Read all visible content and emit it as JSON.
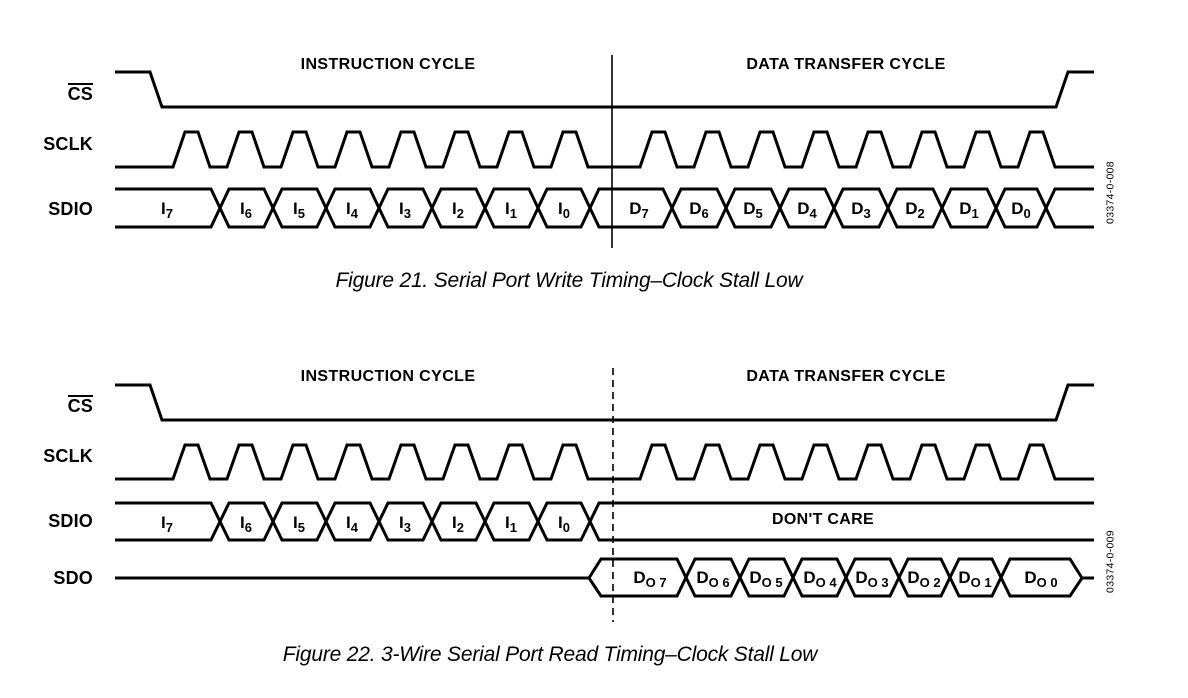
{
  "fig21": {
    "header_left": "INSTRUCTION CYCLE",
    "header_right": "DATA TRANSFER CYCLE",
    "labels": {
      "cs": "CS",
      "sclk": "SCLK",
      "sdio": "SDIO"
    },
    "bits": [
      {
        "b": "I",
        "s": "7"
      },
      {
        "b": "I",
        "s": "6"
      },
      {
        "b": "I",
        "s": "5"
      },
      {
        "b": "I",
        "s": "4"
      },
      {
        "b": "I",
        "s": "3"
      },
      {
        "b": "I",
        "s": "2"
      },
      {
        "b": "I",
        "s": "1"
      },
      {
        "b": "I",
        "s": "0"
      },
      {
        "b": "D",
        "s": "7"
      },
      {
        "b": "D",
        "s": "6"
      },
      {
        "b": "D",
        "s": "5"
      },
      {
        "b": "D",
        "s": "4"
      },
      {
        "b": "D",
        "s": "3"
      },
      {
        "b": "D",
        "s": "2"
      },
      {
        "b": "D",
        "s": "1"
      },
      {
        "b": "D",
        "s": "0"
      }
    ],
    "caption": "Figure 21. Serial Port Write Timing–Clock Stall Low",
    "code": "03374-0-008"
  },
  "fig22": {
    "header_left": "INSTRUCTION CYCLE",
    "header_right": "DATA TRANSFER CYCLE",
    "labels": {
      "cs": "CS",
      "sclk": "SCLK",
      "sdio": "SDIO",
      "sdo": "SDO"
    },
    "sdio_bits": [
      {
        "b": "I",
        "s": "7"
      },
      {
        "b": "I",
        "s": "6"
      },
      {
        "b": "I",
        "s": "5"
      },
      {
        "b": "I",
        "s": "4"
      },
      {
        "b": "I",
        "s": "3"
      },
      {
        "b": "I",
        "s": "2"
      },
      {
        "b": "I",
        "s": "1"
      },
      {
        "b": "I",
        "s": "0"
      }
    ],
    "dont_care": "DON'T CARE",
    "sdo_bits": [
      {
        "b": "D",
        "s": "O 7"
      },
      {
        "b": "D",
        "s": "O 6"
      },
      {
        "b": "D",
        "s": "O 5"
      },
      {
        "b": "D",
        "s": "O 4"
      },
      {
        "b": "D",
        "s": "O 3"
      },
      {
        "b": "D",
        "s": "O 2"
      },
      {
        "b": "D",
        "s": "O 1"
      },
      {
        "b": "D",
        "s": "O 0"
      }
    ],
    "caption": "Figure 22. 3-Wire Serial Port Read Timing–Clock Stall Low",
    "code": "03374-0-009"
  }
}
